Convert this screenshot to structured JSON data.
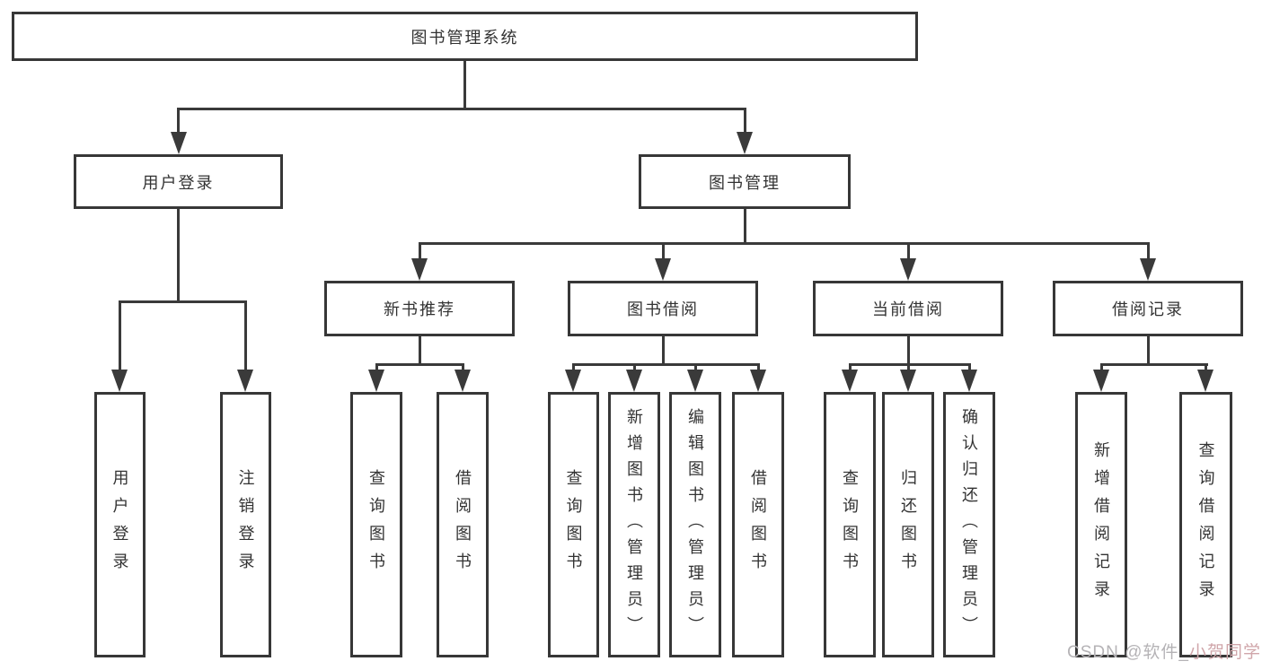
{
  "diagram_title": "图书管理系统",
  "nodes": {
    "root": "图书管理系统",
    "user_login": "用户登录",
    "book_management": "图书管理",
    "new_book_recommend": "新书推荐",
    "book_borrow": "图书借阅",
    "current_borrow": "当前借阅",
    "borrow_records": "借阅记录",
    "ul_login": "用户登录",
    "ul_logout": "注销登录",
    "nb_query_books": "查询图书",
    "nb_borrow_books": "借阅图书",
    "bb_query_books": "查询图书",
    "bb_add_books_admin": "新增图书（管理员）",
    "bb_edit_books_admin": "编辑图书（管理员）",
    "bb_borrow_books": "借阅图书",
    "cb_query_books": "查询图书",
    "cb_return_books": "归还图书",
    "cb_confirm_return_admin": "确认归还（管理员）",
    "br_add_record": "新增借阅记录",
    "br_query_record": "查询借阅记录"
  },
  "watermark": {
    "prefix": "CSDN @软件_",
    "suffix": "小贺同学"
  },
  "colors": {
    "line": "#3a3a3a",
    "box_border": "#373737",
    "text": "#333333",
    "watermark_gray": "#b5b3b6",
    "watermark_pink": "#d0a6aa",
    "background": "#ffffff"
  }
}
